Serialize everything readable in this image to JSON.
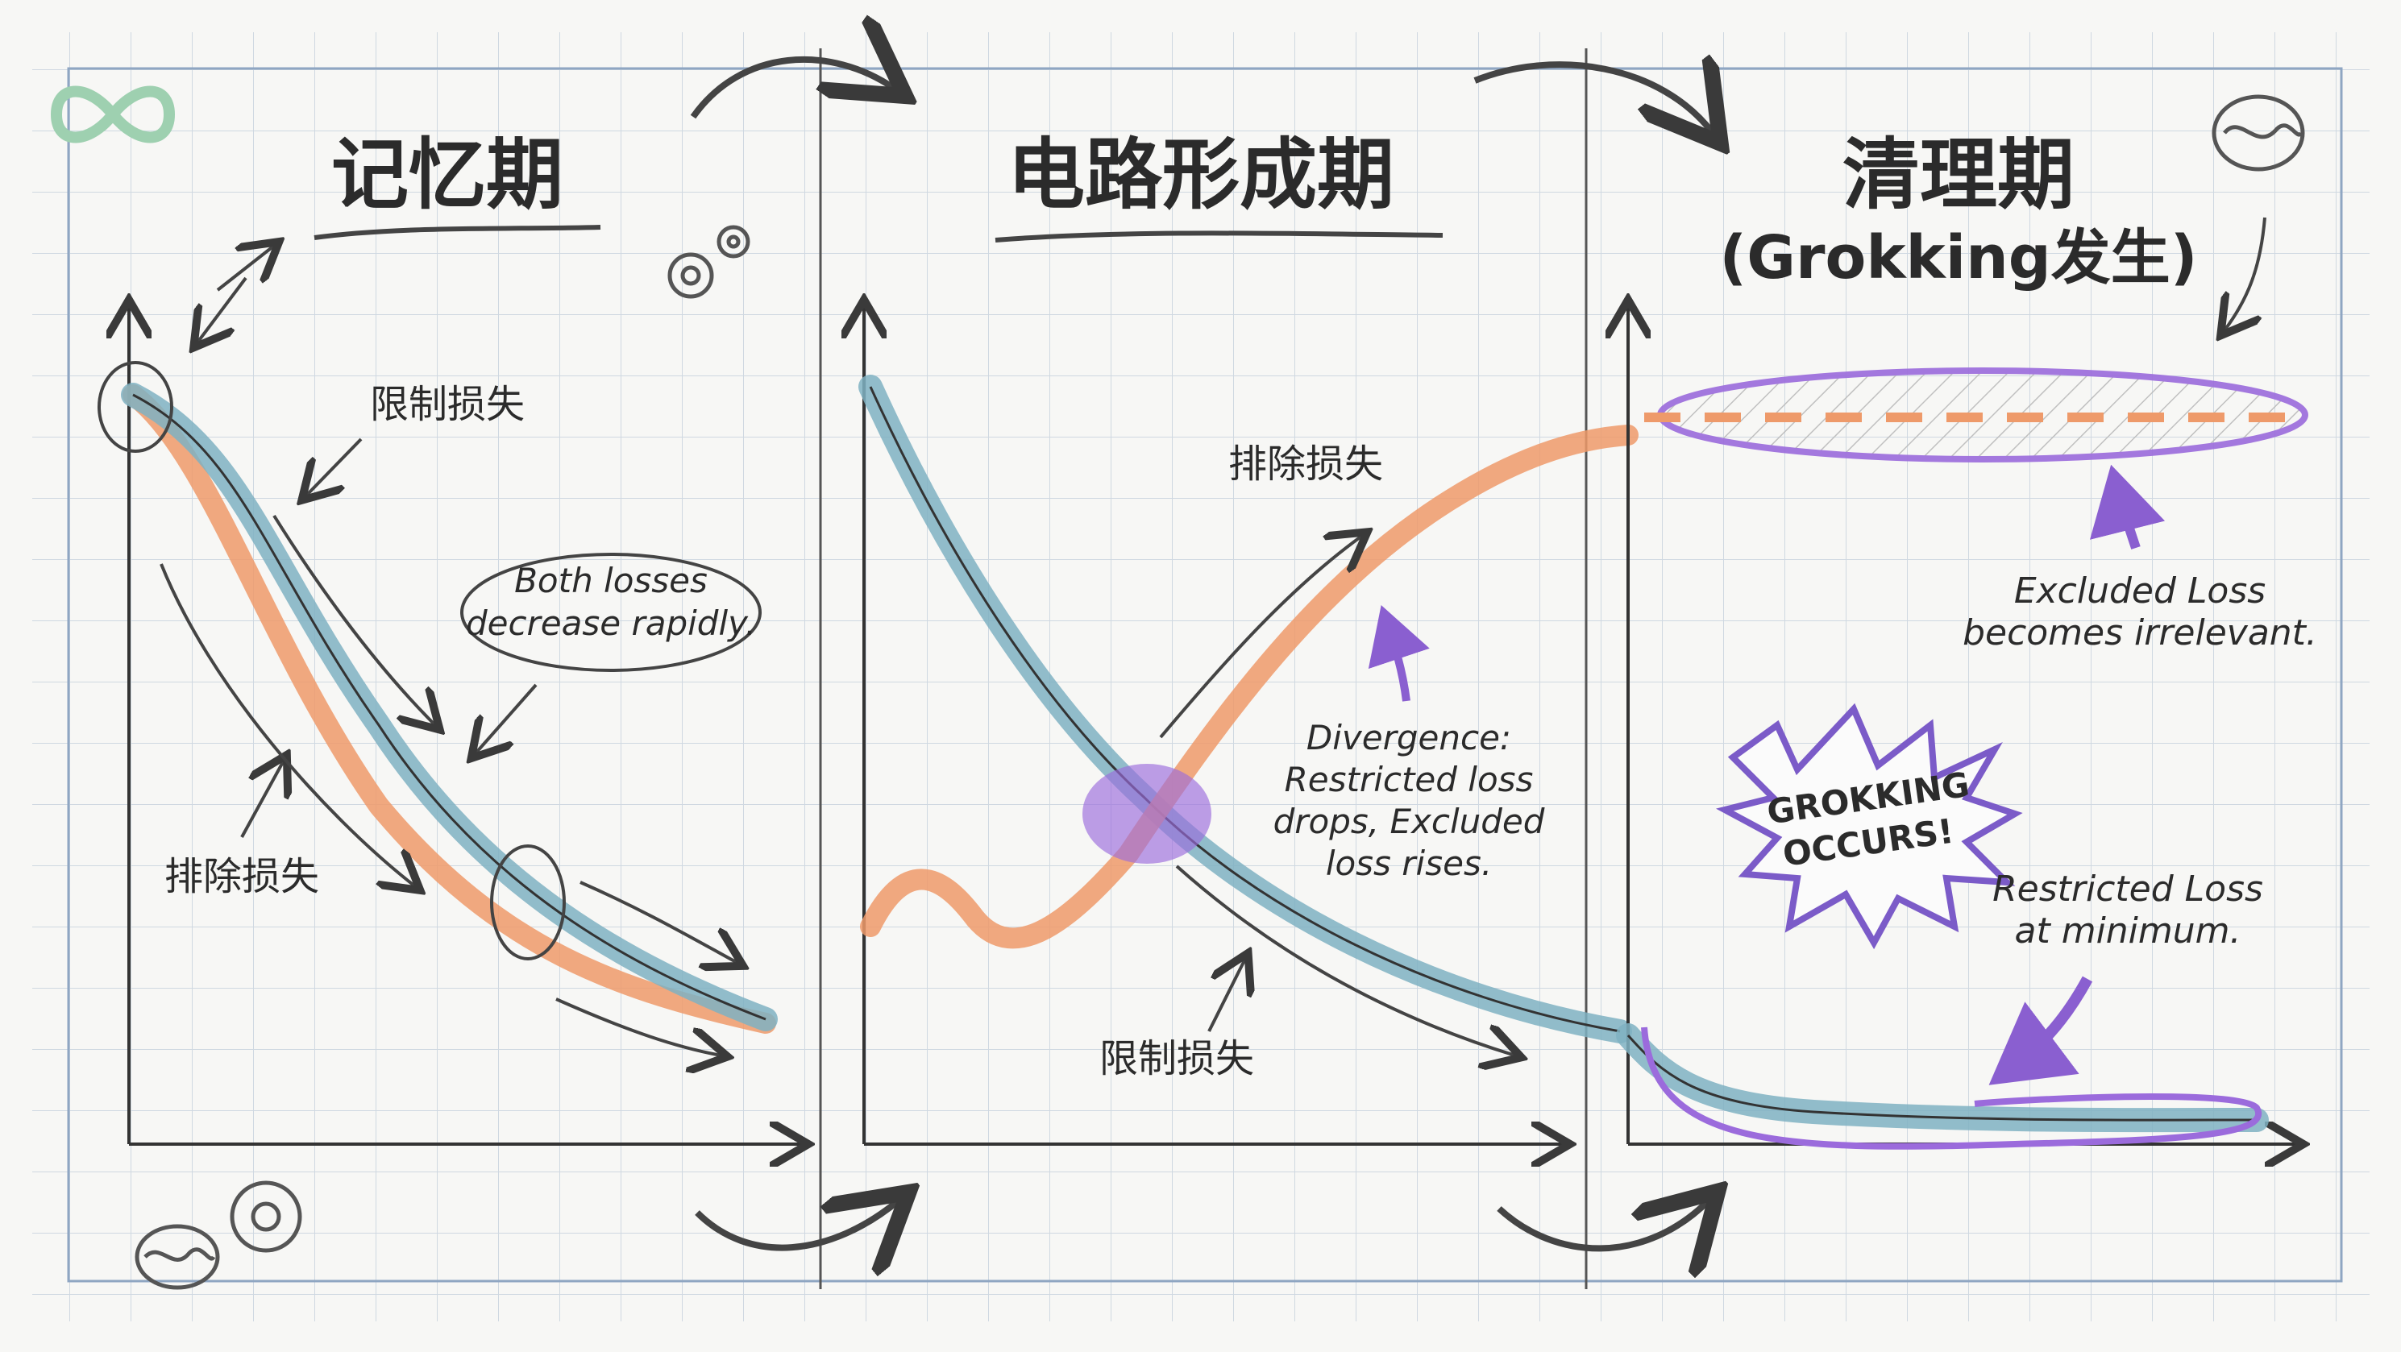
{
  "colors": {
    "background": "#f7f7f5",
    "grid": "#c9d3dd",
    "frame": "#8fa6c2",
    "ink": "#3a3a3a",
    "restricted_loss": "#7fb2c2",
    "excluded_loss": "#ee9a6a",
    "highlight": "#9b6bdc"
  },
  "icons": [
    "infinity-icon",
    "gear-icon",
    "brain-icon",
    "curved-arrow-icon",
    "starburst-icon"
  ],
  "panels": [
    {
      "title": "记忆期",
      "subtitle": "",
      "labels": {
        "restricted": "限制损失",
        "excluded": "排除损失"
      },
      "note": [
        "Both losses",
        "decrease rapidly."
      ]
    },
    {
      "title": "电路形成期",
      "subtitle": "",
      "labels": {
        "excluded": "排除损失",
        "restricted": "限制损失"
      },
      "note": [
        "Divergence:",
        "Restricted loss",
        "drops, Excluded",
        "loss rises."
      ]
    },
    {
      "title": "清理期",
      "subtitle": "(Grokking发生)",
      "note_top": [
        "Excluded Loss",
        "becomes irrelevant."
      ],
      "burst": [
        "GROKKING",
        "OCCURS!"
      ],
      "note_bottom": [
        "Restricted Loss",
        "at minimum."
      ]
    }
  ]
}
